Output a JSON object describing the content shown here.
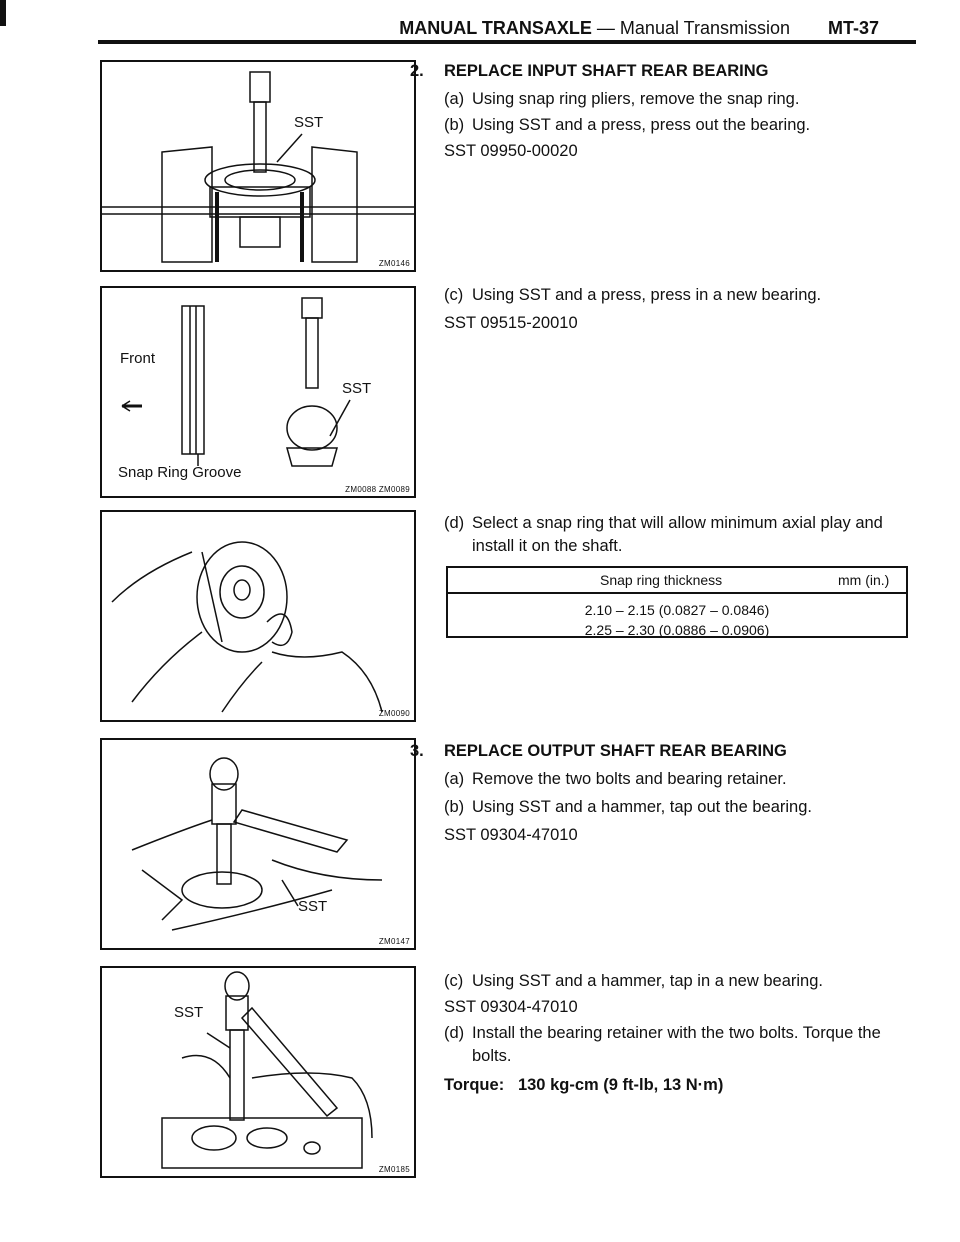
{
  "header": {
    "section": "MANUAL TRANSAXLE",
    "dash": " — ",
    "subsection": "Manual Transmission",
    "page_number": "MT-37"
  },
  "figures": [
    {
      "code": "ZM0146",
      "labels": [
        "SST"
      ]
    },
    {
      "code": "ZM0088  ZM0089",
      "labels": [
        "Front",
        "Snap Ring Groove",
        "SST"
      ]
    },
    {
      "code": "ZM0090",
      "labels": []
    },
    {
      "code": "ZM0147",
      "labels": [
        "SST"
      ]
    },
    {
      "code": "ZM0185",
      "labels": [
        "SST"
      ]
    }
  ],
  "step2": {
    "number": "2.",
    "title": "REPLACE INPUT SHAFT REAR BEARING",
    "a": {
      "key": "(a)",
      "text": "Using snap ring pliers, remove the snap ring."
    },
    "b": {
      "key": "(b)",
      "text": "Using SST and a press, press out the bearing."
    },
    "sst_b": "SST 09950-00020",
    "c": {
      "key": "(c)",
      "text": "Using SST and a press, press in a new bearing."
    },
    "sst_c": "SST 09515-20010",
    "d": {
      "key": "(d)",
      "text": "Select a snap ring that will allow minimum axial play and install it on the shaft."
    },
    "table": {
      "header": "Snap ring thickness",
      "unit": "mm (in.)",
      "rows": [
        "2.10 – 2.15 (0.0827 – 0.0846)",
        "2.25 – 2.30 (0.0886 – 0.0906)"
      ]
    }
  },
  "step3": {
    "number": "3.",
    "title": "REPLACE OUTPUT SHAFT REAR BEARING",
    "a": {
      "key": "(a)",
      "text": "Remove the two bolts and bearing retainer."
    },
    "b": {
      "key": "(b)",
      "text": "Using SST and a hammer, tap out the bearing."
    },
    "sst_b": "SST 09304-47010",
    "c": {
      "key": "(c)",
      "text": "Using SST and a hammer, tap in a new bearing."
    },
    "sst_c": "SST 09304-47010",
    "d": {
      "key": "(d)",
      "text": "Install the bearing retainer with the two bolts. Torque the bolts."
    },
    "torque_label": "Torque:",
    "torque_value": "130 kg-cm (9 ft-lb, 13 N·m)"
  }
}
